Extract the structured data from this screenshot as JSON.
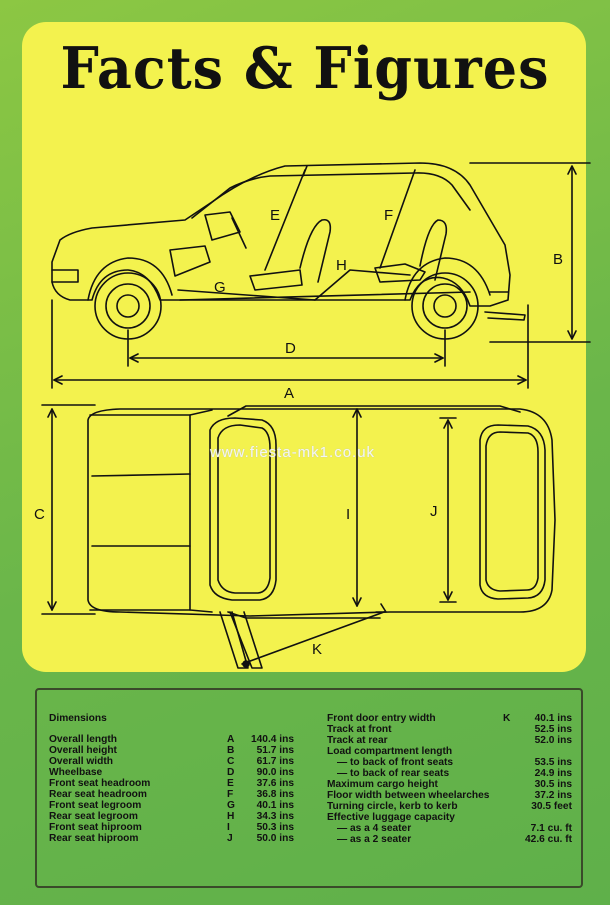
{
  "title": "Facts & Figures",
  "watermark": "www.fiesta-mk1.co.uk",
  "diagram_labels": {
    "A": "A",
    "B": "B",
    "C": "C",
    "D": "D",
    "E": "E",
    "F": "F",
    "G": "G",
    "H": "H",
    "I": "I",
    "J": "J",
    "K": "K"
  },
  "dimensions_heading": "Dimensions",
  "left_rows": [
    {
      "name": "Overall length",
      "code": "A",
      "value": "140.4 ins"
    },
    {
      "name": "Overall height",
      "code": "B",
      "value": "51.7 ins"
    },
    {
      "name": "Overall width",
      "code": "C",
      "value": "61.7 ins"
    },
    {
      "name": "Wheelbase",
      "code": "D",
      "value": "90.0 ins"
    },
    {
      "name": "Front seat headroom",
      "code": "E",
      "value": "37.6 ins"
    },
    {
      "name": "Rear seat headroom",
      "code": "F",
      "value": "36.8 ins"
    },
    {
      "name": "Front seat legroom",
      "code": "G",
      "value": "40.1 ins"
    },
    {
      "name": "Rear seat legroom",
      "code": "H",
      "value": "34.3 ins"
    },
    {
      "name": "Front seat hiproom",
      "code": "I",
      "value": "50.3 ins"
    },
    {
      "name": "Rear seat hiproom",
      "code": "J",
      "value": "50.0 ins"
    }
  ],
  "right_rows": [
    {
      "name": "Front door entry width",
      "code": "K",
      "value": "40.1 ins"
    },
    {
      "name": "Track at front",
      "code": "",
      "value": "52.5 ins"
    },
    {
      "name": "Track at rear",
      "code": "",
      "value": "52.0 ins"
    },
    {
      "name": "Load compartment length",
      "code": "",
      "value": ""
    },
    {
      "name": "— to back of front seats",
      "code": "",
      "value": "53.5 ins",
      "indent": true
    },
    {
      "name": "— to back of rear seats",
      "code": "",
      "value": "24.9 ins",
      "indent": true
    },
    {
      "name": "Maximum cargo height",
      "code": "",
      "value": "30.5 ins"
    },
    {
      "name": "Floor width between wheelarches",
      "code": "",
      "value": "37.2 ins"
    },
    {
      "name": "Turning circle, kerb to kerb",
      "code": "",
      "value": "30.5 feet"
    },
    {
      "name": "Effective luggage capacity",
      "code": "",
      "value": ""
    },
    {
      "name": "— as a 4 seater",
      "code": "",
      "value": "7.1 cu. ft",
      "indent": true
    },
    {
      "name": "— as a 2 seater",
      "code": "",
      "value": "42.6 cu. ft",
      "indent": true
    }
  ]
}
